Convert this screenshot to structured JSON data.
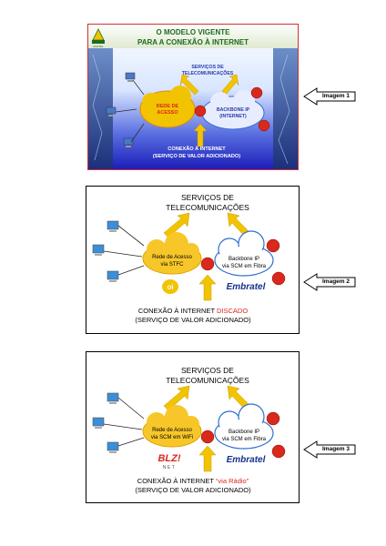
{
  "slide1": {
    "title_line1": "O MODELO VIGENTE",
    "title_line2": "PARA A CONEXÃO À INTERNET",
    "logo_text": "ANATEL",
    "services_line1": "SERVIÇOS DE",
    "services_line2": "TELECOMUNICAÇÕES",
    "cloud_left_line1": "REDE DE",
    "cloud_left_line2": "ACESSO",
    "cloud_right_line1": "BACKBONE IP",
    "cloud_right_line2": "(INTERNET)",
    "footer_line1": "CONEXÃO À INTERNET",
    "footer_line2": "(SERVIÇO DE VALOR ADICIONADO)"
  },
  "slide2": {
    "services_line1": "SERVIÇOS DE",
    "services_line2": "TELECOMUNICAÇÕES",
    "cloud_left_line1": "Rede de Acesso",
    "cloud_left_line2": "via STFC",
    "cloud_right_line1": "Backbone IP",
    "cloud_right_line2": "via SCM em Fibra",
    "logo_left": "oi",
    "logo_right": "Embratel",
    "footer_prefix": "CONEXÃO À INTERNET ",
    "footer_highlight": "DISCADO",
    "footer_line2": "(SERVIÇO DE VALOR ADICIONADO)"
  },
  "slide3": {
    "services_line1": "SERVIÇOS DE",
    "services_line2": "TELECOMUNICAÇÕES",
    "cloud_left_line1": "Rede de Acesso",
    "cloud_left_line2": "via SCM em WiFi",
    "cloud_right_line1": "Backbone IP",
    "cloud_right_line2": "via SCM em Fibra",
    "logo_left_line1": "BLZ!",
    "logo_left_line2": "NET",
    "logo_right": "Embratel",
    "footer_prefix": "CONEXÃO À INTERNET ",
    "footer_highlight": "“via Rádio”",
    "footer_line2": "(SERVIÇO DE VALOR ADICIONADO)"
  },
  "captions": [
    "Imagem 1",
    "Imagem 2",
    "Imagem 3"
  ],
  "colors": {
    "accent_red": "#d9281c",
    "arrow_yellow": "#f2c300",
    "cloud_yellow": "#f7c72a",
    "cloud_blue_edge": "#2f6fd0",
    "title_green": "#1d6b1d",
    "embratel_blue": "#14308c"
  }
}
